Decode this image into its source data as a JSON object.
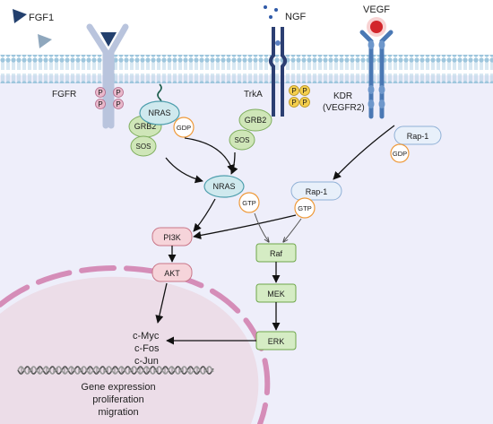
{
  "ligands": {
    "fgf1": "FGF1",
    "ngf": "NGF",
    "vegf": "VEGF"
  },
  "receptors": {
    "fgfr": "FGFR",
    "trka": "TrkA",
    "kdr_line1": "KDR",
    "kdr_line2": "(VEGFR2)"
  },
  "phospho_label": "P",
  "adaptors": {
    "grb2_left": "GRB2",
    "sos_left": "SOS",
    "nras_top": "NRAS",
    "gdp_top": "GDP",
    "grb2_trka": "GRB2",
    "sos_trka": "SOS"
  },
  "rap1_inactive": {
    "label": "Rap-1",
    "nucleotide": "GDP"
  },
  "nras_active": {
    "label": "NRAS",
    "nucleotide": "GTP"
  },
  "rap1_active": {
    "label": "Rap-1",
    "nucleotide": "GTP"
  },
  "pi3k_branch": {
    "pi3k": "PI3K",
    "akt": "AKT"
  },
  "mapk_branch": {
    "raf": "Raf",
    "mek": "MEK",
    "erk": "ERK"
  },
  "nucleus": {
    "tf1": "c-Myc",
    "tf2": "c-Fos",
    "tf3": "c-Jun",
    "out1": "Gene expression",
    "out2": "proliferation",
    "out3": "migration"
  },
  "colors": {
    "cytoplasm": "#eeeefa",
    "membrane": "#9ec6dd",
    "receptor_fgfr": "#b9c4dd",
    "receptor_trka": "#2c3f72",
    "receptor_kdr": "#4a78b4",
    "phospho_pink": "#e9b8cb",
    "phospho_yellow": "#f5cf4d",
    "nras_fill": "#cfe9ee",
    "adaptor_green": "#cfe6b8",
    "gtp_ring": "#ee9a3a",
    "pi3k_fill": "#f6d4da",
    "mapk_fill": "#d5ecc4",
    "nucleus": "#ecdde8",
    "vegf_red": "#d2262b"
  }
}
